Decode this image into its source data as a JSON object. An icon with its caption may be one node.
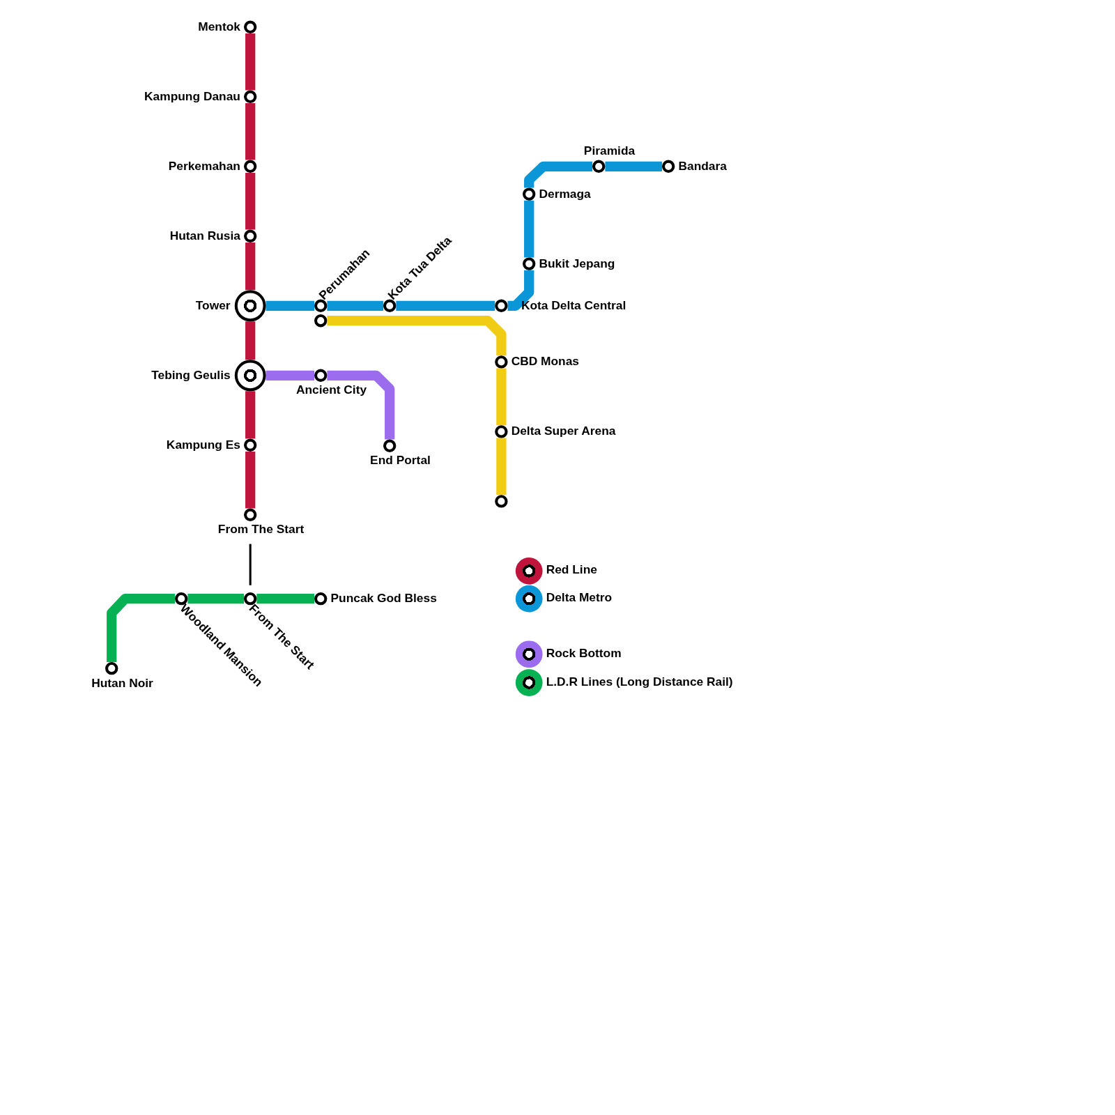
{
  "diagram": {
    "nodes": [
      {
        "text": [
          "Mentok"
        ]
      },
      {
        "text": [
          "Kampung Danau"
        ]
      },
      {
        "text": [
          "Perkemahan"
        ]
      },
      {
        "text": [
          "Hutan Rusia"
        ]
      },
      {
        "text": [
          "Tower"
        ]
      },
      {
        "text": [
          "Tebing Geulis"
        ]
      },
      {
        "text": [
          "Kampung Es"
        ]
      },
      {
        "text": [
          "From The Start"
        ]
      },
      {
        "text": [
          "Perumahan"
        ]
      },
      {
        "text": [
          "Kota Tua Delta"
        ]
      },
      {
        "text": [
          "Kota Delta Central"
        ]
      },
      {
        "text": [
          "Bukit Jepang"
        ]
      },
      {
        "text": [
          "Dermaga"
        ]
      },
      {
        "text": [
          "Piramida"
        ]
      },
      {
        "text": [
          "Bandara"
        ]
      },
      {
        "text": [],
        "shape": "circle"
      },
      {
        "text": [
          "CBD Monas"
        ]
      },
      {
        "text": [
          "Delta Super Arena"
        ]
      },
      {
        "text": [],
        "shape": "circle"
      },
      {
        "text": [
          "Ancient City"
        ]
      },
      {
        "text": [
          "End Portal"
        ]
      },
      {
        "text": [
          "Hutan Noir"
        ]
      },
      {
        "text": [
          "Woodland Mansion"
        ]
      },
      {
        "text": [
          "From The Start"
        ]
      },
      {
        "text": [
          "Puncak God Bless"
        ]
      }
    ],
    "edges": [
      {
        "from": 0,
        "to": 1,
        "arrow": "none",
        "color": "#c0143c"
      },
      {
        "from": 1,
        "to": 2,
        "arrow": "none",
        "color": "#c0143c"
      },
      {
        "from": 2,
        "to": 3,
        "arrow": "none",
        "color": "#c0143c"
      },
      {
        "from": 3,
        "to": 4,
        "arrow": "none",
        "color": "#c0143c"
      },
      {
        "from": 4,
        "to": 5,
        "arrow": "none",
        "color": "#c0143c"
      },
      {
        "from": 5,
        "to": 6,
        "arrow": "none",
        "color": "#c0143c"
      },
      {
        "from": 6,
        "to": 7,
        "arrow": "none",
        "color": "#c0143c"
      },
      {
        "from": 4,
        "to": 8,
        "arrow": "none",
        "color": "#0a96d7"
      },
      {
        "from": 8,
        "to": 9,
        "arrow": "none",
        "color": "#0a96d7"
      },
      {
        "from": 9,
        "to": 10,
        "arrow": "none",
        "color": "#0a96d7"
      },
      {
        "from": 10,
        "to": 11,
        "arrow": "none",
        "color": "#0a96d7"
      },
      {
        "from": 11,
        "to": 12,
        "arrow": "none",
        "color": "#0a96d7"
      },
      {
        "from": 12,
        "to": 13,
        "arrow": "none",
        "color": "#0a96d7"
      },
      {
        "from": 13,
        "to": 14,
        "arrow": "none",
        "color": "#0a96d7"
      },
      {
        "from": 15,
        "to": 16,
        "arrow": "none",
        "color": "#f0cd14"
      },
      {
        "from": 16,
        "to": 17,
        "arrow": "none",
        "color": "#f0cd14"
      },
      {
        "from": 17,
        "to": 18,
        "arrow": "none",
        "color": "#f0cd14"
      },
      {
        "from": 5,
        "to": 19,
        "arrow": "none",
        "color": "#9b6ced"
      },
      {
        "from": 19,
        "to": 20,
        "arrow": "none",
        "color": "#9b6ced"
      },
      {
        "from": 21,
        "to": 22,
        "arrow": "none",
        "color": "#05b152"
      },
      {
        "from": 22,
        "to": 23,
        "arrow": "none",
        "color": "#05b152"
      },
      {
        "from": 23,
        "to": 24,
        "arrow": "none",
        "color": "#05b152"
      },
      {
        "from": 7,
        "to": 23,
        "arrow": "none",
        "color": "#000000"
      }
    ],
    "legend": [
      {
        "text": "Red Line",
        "color": "#c0143c"
      },
      {
        "text": "Delta Metro",
        "color": "#0a96d7"
      },
      {
        "text": "Rock Bottom",
        "color": "#9b6ced"
      },
      {
        "text": "L.D.R Lines (Long Distance Rail)",
        "color": "#05b152"
      }
    ]
  }
}
